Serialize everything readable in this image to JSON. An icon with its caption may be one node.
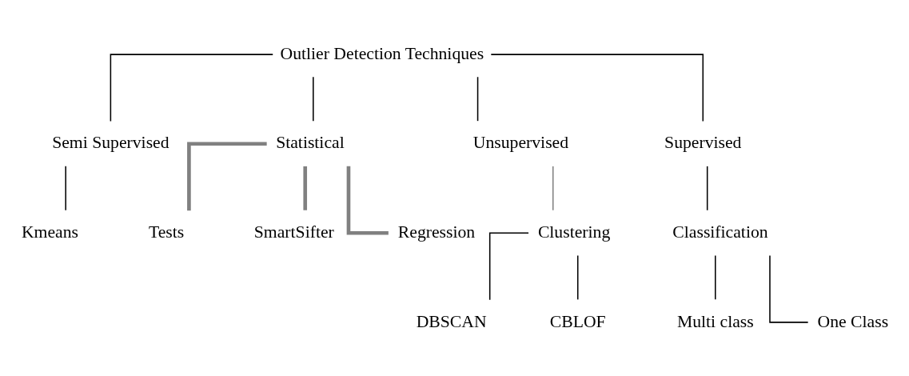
{
  "diagram": {
    "nodes": [
      {
        "text": [
          "Outlier Detection Techniques"
        ]
      },
      {
        "text": [
          "Semi Supervised"
        ]
      },
      {
        "text": [
          "Statistical"
        ]
      },
      {
        "text": [
          "Unsupervised"
        ]
      },
      {
        "text": [
          "Supervised"
        ]
      },
      {
        "text": [
          "Kmeans"
        ]
      },
      {
        "text": [
          "Tests"
        ]
      },
      {
        "text": [
          "SmartSifter"
        ]
      },
      {
        "text": [
          "Regression"
        ]
      },
      {
        "text": [
          "Clustering"
        ]
      },
      {
        "text": [
          "Classification"
        ]
      },
      {
        "text": [
          "DBSCAN"
        ]
      },
      {
        "text": [
          "CBLOF"
        ]
      },
      {
        "text": [
          "Multi class"
        ]
      },
      {
        "text": [
          "One Class"
        ]
      }
    ],
    "edges": [
      {
        "from": 0,
        "to": 1,
        "arrow": "none"
      },
      {
        "from": 0,
        "to": 2,
        "arrow": "none"
      },
      {
        "from": 0,
        "to": 3,
        "arrow": "none"
      },
      {
        "from": 0,
        "to": 4,
        "arrow": "none"
      },
      {
        "from": 1,
        "to": 5,
        "arrow": "none"
      },
      {
        "from": 2,
        "to": 6,
        "arrow": "none",
        "style": "thick",
        "color": "#808080"
      },
      {
        "from": 2,
        "to": 7,
        "arrow": "none",
        "style": "thick",
        "color": "#808080"
      },
      {
        "from": 2,
        "to": 8,
        "arrow": "none",
        "style": "thick",
        "color": "#808080"
      },
      {
        "from": 3,
        "to": 9,
        "arrow": "none",
        "color": "#808080"
      },
      {
        "from": 4,
        "to": 10,
        "arrow": "none"
      },
      {
        "from": 9,
        "to": 11,
        "arrow": "none"
      },
      {
        "from": 9,
        "to": 12,
        "arrow": "none"
      },
      {
        "from": 10,
        "to": 13,
        "arrow": "none"
      },
      {
        "from": 10,
        "to": 14,
        "arrow": "none"
      }
    ]
  }
}
